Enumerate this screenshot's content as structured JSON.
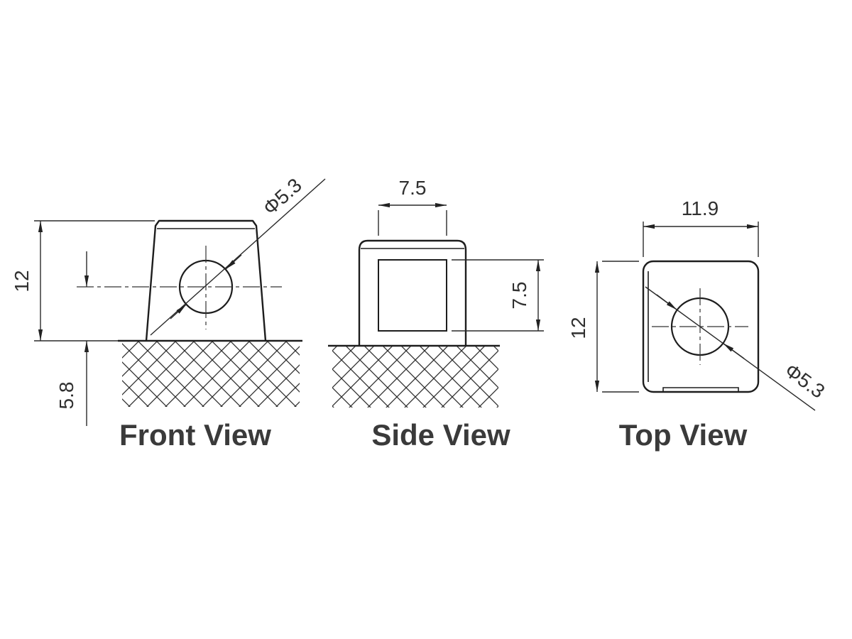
{
  "drawing": {
    "ink_color": "#1d1d1d",
    "text_color": "#3a3a3a",
    "views": {
      "front": {
        "label": "Front View",
        "dim_height": "12",
        "dim_center_to_base": "5.8",
        "dim_hole": "Φ5.3"
      },
      "side": {
        "label": "Side View",
        "dim_width": "7.5",
        "dim_window_height": "7.5"
      },
      "top": {
        "label": "Top View",
        "dim_width": "11.9",
        "dim_height": "12",
        "dim_hole": "Φ5.3"
      }
    }
  }
}
